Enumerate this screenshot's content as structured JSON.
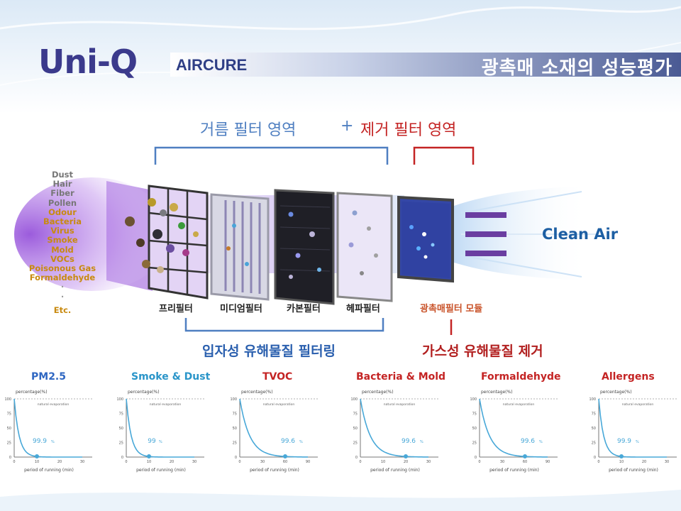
{
  "header": {
    "logo_text": "Uni-Q",
    "brand": "AIRCURE",
    "page_title": "광촉매 소재의 성능평가"
  },
  "diagram": {
    "coarse_filter_area": "거름 필터 영역",
    "plus": "+",
    "removal_filter_area": "제거 필터 영역",
    "pollutants": [
      "Dust",
      "Hair",
      "Fiber",
      "Pollen",
      "Odour",
      "Bacteria",
      "Virus",
      "Smoke",
      "Mold",
      "VOCs",
      "Poisonous Gas",
      "Formaldehyde",
      "·",
      "·",
      "Etc."
    ],
    "pollutant_colors": [
      "#777777",
      "#777777",
      "#777777",
      "#777777",
      "#c88a10",
      "#c88a10",
      "#c88a10",
      "#c88a10",
      "#c88a10",
      "#c88a10",
      "#c88a10",
      "#c88a10",
      "#999999",
      "#999999",
      "#c88a10"
    ],
    "filters": [
      {
        "label": "프리필터"
      },
      {
        "label": "미디엄필터"
      },
      {
        "label": "카본필터"
      },
      {
        "label": "헤파필터"
      },
      {
        "label": "광촉매필터 모듈"
      }
    ],
    "clean_air": "Clean Air",
    "particle_caption": "입자성 유해물질 필터링",
    "gas_caption": "가스성 유해물질 제거",
    "colors": {
      "blue": "#4f7fc1",
      "red": "#c42424",
      "purple": "#6a3ea1",
      "clean_air": "#1d5fa3"
    }
  },
  "charts": [
    {
      "title": "PM2.5",
      "title_color": "#2f67c2",
      "value": "99.9",
      "xticks": [
        "0",
        "10",
        "20",
        "30"
      ],
      "time": 10,
      "xmax": 30
    },
    {
      "title": "Smoke & Dust",
      "title_color": "#2a95c9",
      "value": "99",
      "xticks": [
        "0",
        "10",
        "20",
        "30"
      ],
      "time": 10,
      "xmax": 30
    },
    {
      "title": "TVOC",
      "title_color": "#c42424",
      "value": "99.6",
      "xticks": [
        "0",
        "30",
        "60",
        "90"
      ],
      "time": 60,
      "xmax": 90
    },
    {
      "title": "Bacteria & Mold",
      "title_color": "#c42424",
      "value": "99.6",
      "xticks": [
        "0",
        "10",
        "20",
        "30"
      ],
      "time": 20,
      "xmax": 30
    },
    {
      "title": "Formaldehyde",
      "title_color": "#c42424",
      "value": "99.6",
      "xticks": [
        "0",
        "30",
        "60",
        "90"
      ],
      "time": 60,
      "xmax": 90
    },
    {
      "title": "Allergens",
      "title_color": "#c42424",
      "value": "99.9",
      "xticks": [
        "0",
        "10",
        "20",
        "30"
      ],
      "time": 10,
      "xmax": 30
    }
  ],
  "chart_common": {
    "ylabel": "percentage(%)",
    "xlabel": "period of running (min)",
    "evaporation_label": "natural evaporation",
    "percent_sign": "%",
    "yticks": [
      "100",
      "75",
      "50",
      "25",
      "0"
    ]
  }
}
